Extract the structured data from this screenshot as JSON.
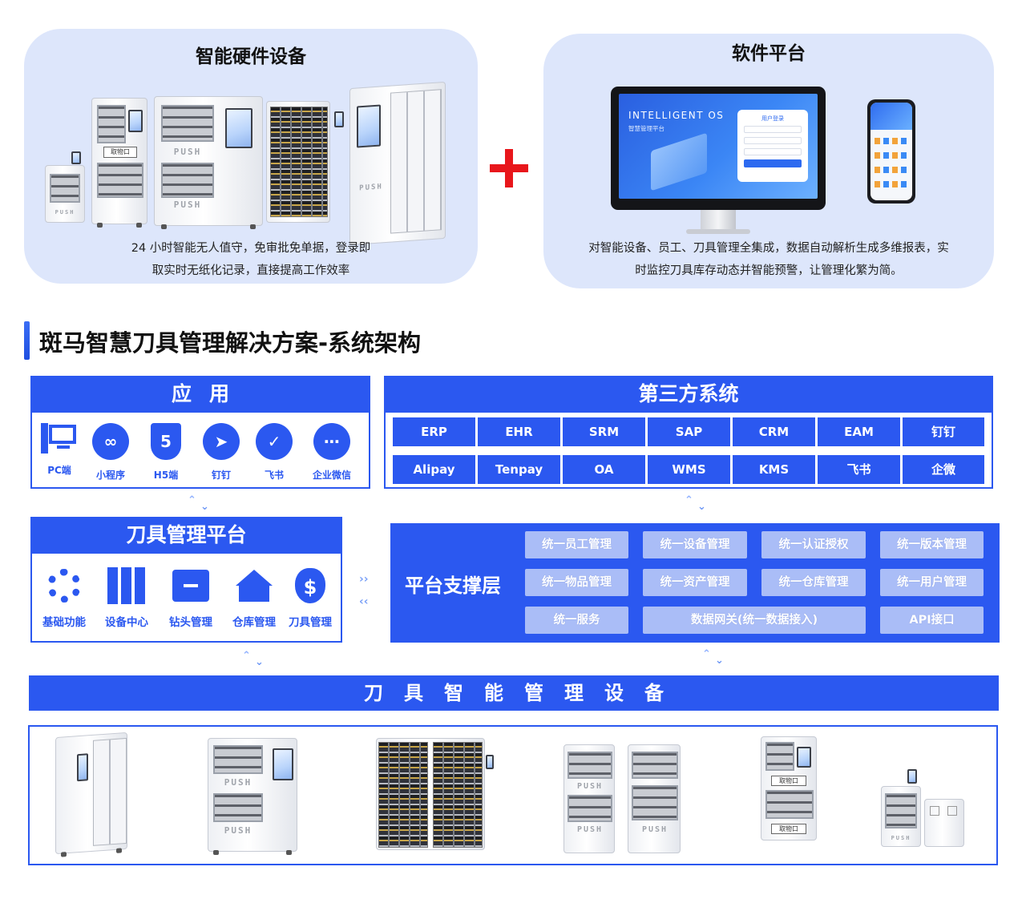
{
  "hardware_panel": {
    "title": "智能硬件设备",
    "desc_line1": "24 小时智能无人值守，免审批免单据，登录即",
    "desc_line2": "取实时无纸化记录，直接提高工作效率",
    "machine_labels": [
      "PUSH",
      "取物口",
      "PUSH",
      "PUSH",
      "PUSH"
    ]
  },
  "software_panel": {
    "title": "软件平台",
    "os_title": "INTELLIGENT OS",
    "os_subtitle": "智慧管理平台",
    "login_title": "用户登录",
    "desc_line1": "对智能设备、员工、刀具管理全集成，数据自动解析生成多维报表，实",
    "desc_line2": "时监控刀具库存动态并智能预警，让管理化繁为简。"
  },
  "plus_color": "#e8161b",
  "section_title": "斑马智慧刀具管理解决方案-系统架构",
  "colors": {
    "primary": "#2b58f0",
    "panel_bg": "#dde6fb",
    "pill_bg": "#aabdf7"
  },
  "apps": {
    "title": "应用",
    "items": [
      {
        "label": "PC端",
        "icon": "pc-icon"
      },
      {
        "label": "小程序",
        "icon": "mini-program-icon"
      },
      {
        "label": "H5端",
        "icon": "html5-icon"
      },
      {
        "label": "钉钉",
        "icon": "dingtalk-icon"
      },
      {
        "label": "飞书",
        "icon": "feishu-icon"
      },
      {
        "label": "企业微信",
        "icon": "wecom-icon"
      }
    ]
  },
  "third_party": {
    "title": "第三方系统",
    "row1": [
      "ERP",
      "EHR",
      "SRM",
      "SAP",
      "CRM",
      "EAM",
      "钉钉"
    ],
    "row2": [
      "Alipay",
      "Tenpay",
      "OA",
      "WMS",
      "KMS",
      "飞书",
      "企微"
    ]
  },
  "tool_platform": {
    "title": "刀具管理平台",
    "items": [
      {
        "label": "基础功能",
        "icon": "gear-icon"
      },
      {
        "label": "设备中心",
        "icon": "files-icon"
      },
      {
        "label": "钻头管理",
        "icon": "box-icon"
      },
      {
        "label": "仓库管理",
        "icon": "warehouse-icon"
      },
      {
        "label": "刀具管理",
        "icon": "money-bag-icon"
      }
    ]
  },
  "support_layer": {
    "title": "平台支撑层",
    "row1": [
      "统一员工管理",
      "统一设备管理",
      "统一认证授权",
      "统一版本管理"
    ],
    "row2": [
      "统一物品管理",
      "统一资产管理",
      "统一仓库管理",
      "统一用户管理"
    ],
    "row3": [
      "统一服务",
      "数据网关(统一数据接入)",
      "API接口"
    ]
  },
  "device_layer": {
    "title": "刀具智能管理设备"
  }
}
